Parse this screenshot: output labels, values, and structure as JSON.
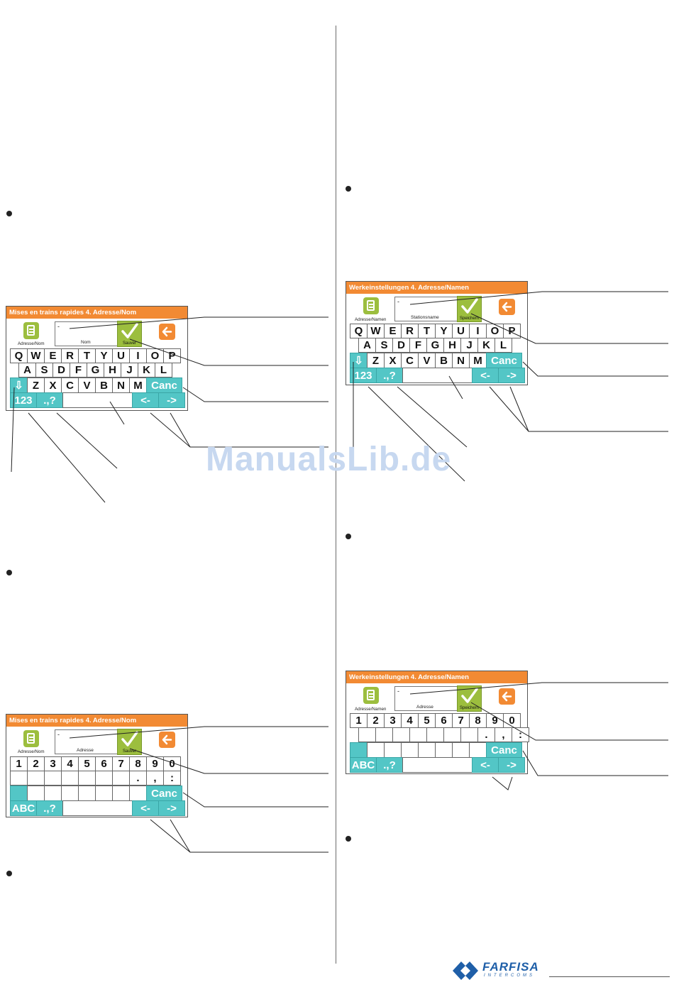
{
  "panels": [
    {
      "title": "Mises en trains rapides 4. Adresse/Nom",
      "mode_label": "Adresse/Nom",
      "entry_value": "-",
      "entry_label": "Nom",
      "save_label": "Sauver",
      "rows": [
        [
          "Q",
          "W",
          "E",
          "R",
          "T",
          "Y",
          "U",
          "I",
          "O",
          "P"
        ],
        [
          "A",
          "S",
          "D",
          "F",
          "G",
          "H",
          "J",
          "K",
          "L"
        ],
        [
          "⇩",
          "Z",
          "X",
          "C",
          "V",
          "B",
          "N",
          "M",
          "Canc"
        ],
        [
          "123",
          ".,?",
          "",
          "<-",
          "->"
        ]
      ]
    },
    {
      "title": "Mises en trains rapides 4. Adresse/Nom",
      "mode_label": "Adresse/Nom",
      "entry_value": "-",
      "entry_label": "Adresse",
      "save_label": "Sauver",
      "rows": [
        [
          "1",
          "2",
          "3",
          "4",
          "5",
          "6",
          "7",
          "8",
          "9",
          "0"
        ],
        [
          "",
          "",
          "",
          "",
          "",
          "",
          "",
          ".",
          ",",
          ":"
        ],
        [
          "",
          "",
          "",
          "",
          "",
          "",
          "",
          "",
          "Canc"
        ],
        [
          "ABC",
          ".,?",
          "",
          "<-",
          "->"
        ]
      ]
    },
    {
      "title": "Werkeinstellungen 4. Adresse/Namen",
      "mode_label": "Adresse/Namen",
      "entry_value": "-",
      "entry_label": "Stationsname",
      "save_label": "Speichern",
      "rows": [
        [
          "Q",
          "W",
          "E",
          "R",
          "T",
          "Y",
          "U",
          "I",
          "O",
          "P"
        ],
        [
          "A",
          "S",
          "D",
          "F",
          "G",
          "H",
          "J",
          "K",
          "L"
        ],
        [
          "⇩",
          "Z",
          "X",
          "C",
          "V",
          "B",
          "N",
          "M",
          "Canc"
        ],
        [
          "123",
          ".,?",
          "",
          "<-",
          "->"
        ]
      ]
    },
    {
      "title": "Werkeinstellungen 4. Adresse/Namen",
      "mode_label": "Adresse/Namen",
      "entry_value": "-",
      "entry_label": "Adresse",
      "save_label": "Speichern",
      "rows": [
        [
          "1",
          "2",
          "3",
          "4",
          "5",
          "6",
          "7",
          "8",
          "9",
          "0"
        ],
        [
          "",
          "",
          "",
          "",
          "",
          "",
          "",
          ".",
          ",",
          ":"
        ],
        [
          "",
          "",
          "",
          "",
          "",
          "",
          "",
          "",
          "Canc"
        ],
        [
          "ABC",
          ".,?",
          "",
          "<-",
          "->"
        ]
      ]
    }
  ],
  "watermark": "ManualsLib.de",
  "brand": {
    "name": "FARFISA",
    "sub": "INTERCOMS"
  },
  "colors": {
    "title_bar": "#f28a33",
    "save_button": "#9cbe3e",
    "function_key": "#53c6c6"
  }
}
